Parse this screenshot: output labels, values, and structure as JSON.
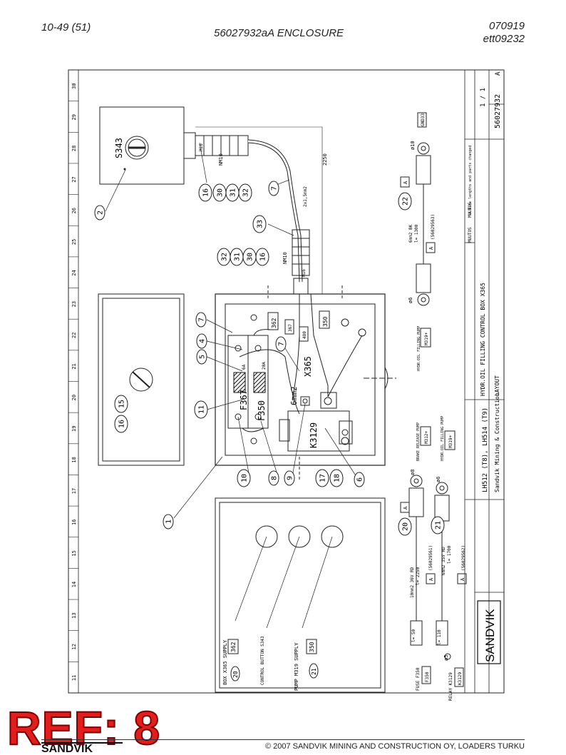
{
  "header": {
    "page": "10-49 (51)",
    "title": "56027932aA ENCLOSURE",
    "date": "070919",
    "code": "ett09232"
  },
  "frame_numbers": [
    "11",
    "12",
    "13",
    "14",
    "15",
    "16",
    "17",
    "18",
    "19",
    "20",
    "21",
    "22",
    "23",
    "24",
    "25",
    "26",
    "27",
    "28",
    "29",
    "30"
  ],
  "callouts": {
    "c1": "1",
    "c2": "2",
    "c4": "4",
    "c5": "5",
    "c6": "6",
    "c7a": "7",
    "c7b": "7",
    "c7c": "7",
    "c8": "8",
    "c9": "9",
    "c10": "10",
    "c11": "11",
    "c15": "15",
    "c16a": "16",
    "c16b": "16",
    "c16c": "16",
    "c17": "17",
    "c18": "18",
    "c20": "20",
    "c21": "21",
    "c22": "22",
    "c30a": "30",
    "c30b": "30",
    "c31a": "31",
    "c31b": "31",
    "c32a": "32",
    "c32b": "32",
    "c33": "33"
  },
  "components": {
    "switch": "S343",
    "box": "X365",
    "relay": "K3129",
    "fuse1": "F367",
    "fuse2": "F350",
    "wire": "6mm2",
    "m16a": "M16",
    "m16b": "M16",
    "nm10a": "NM10",
    "nm10b": "NM10",
    "cable_spec": "2x1,5mm2",
    "dim_2250": "2250",
    "fuse_6a": "6A",
    "fuse_20a": "20A",
    "box_362": "362",
    "box_367": "367",
    "box_480": "480",
    "box_350": "350"
  },
  "cables": {
    "top_spec": "6mm2 BK",
    "top_len": "l= 1300",
    "top_part": "(56029563)",
    "top_term": "M319+",
    "top_label": "HYDR.OIL FILLING PUMP",
    "top_gnd": "GND33",
    "ring_o10": "ø10",
    "ring_o6": "ø6",
    "mid1_label": "BRAKE RELEASE PUMP",
    "mid1_term": "M312+",
    "mid2_label": "HYDR.OIL FILLING PUMP",
    "mid2_term": "M319+",
    "ring_o8": "ø8",
    "ring_o6b": "ø6",
    "c20_spec": "10mm2 36V RD",
    "c20_len": "l= 2250",
    "c20_part": "(56029561)",
    "c21_spec": "6mm2 35V RD",
    "c21_len": "l= 1700",
    "c21_part": "(56029562)",
    "fuse_label": "FUSE F350",
    "fuse_term": "F350",
    "fuse_len": "l= 50",
    "relay_label": "RELAY K3129",
    "relay_term": "K3129",
    "relay_len": "l= 110",
    "ring_o5": "ø5",
    "rev_a1": "A",
    "rev_a2": "A",
    "rev_a3": "A",
    "rev_a4": "A",
    "rev_a5": "A"
  },
  "labels": {
    "box_supply": "BOX X365 SUPPLY",
    "box_supply_num": "362",
    "box_supply_ref": "20",
    "control_button": "CONTROL BUTTON S343",
    "pump_supply": "PUMP M319 SUPPLY",
    "pump_supply_num": "350",
    "pump_supply_ref": "21"
  },
  "title_block": {
    "title1": "HYDR.OIL FILLING CONTROL BOX X365",
    "title2": "LAYOUT",
    "machine": "LH512 (T8), LH514 (T9)",
    "company": "Sandvik Mining & Construction",
    "drawing_no": "56027932",
    "rev": "A",
    "sheet": "1 / 1",
    "logo": "SANDVIK",
    "rev_row1": "MUUTOS",
    "rev_row2": "MUUTOS",
    "rev_note": "A  Wire lengths and parts changed"
  },
  "stamp": "REF: 8",
  "footer": {
    "logo": "SANDVIK",
    "copyright": "© 2007 SANDVIK MINING AND CONSTRUCTION OY, LOADERS TURKU"
  }
}
